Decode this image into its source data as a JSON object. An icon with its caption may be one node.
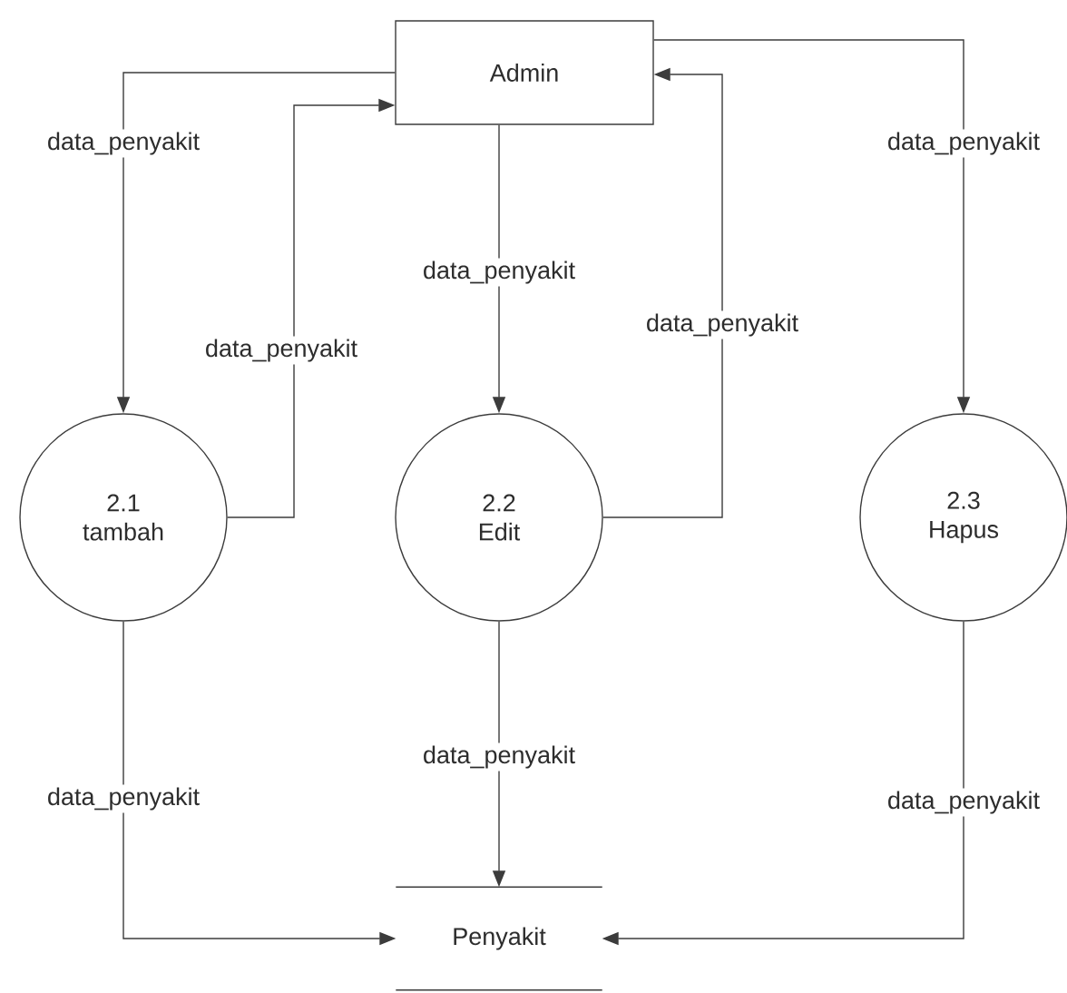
{
  "diagram": {
    "nodes": [
      {
        "text": [
          "Admin"
        ]
      },
      {
        "text": [
          "2.1",
          "tambah"
        ]
      },
      {
        "text": [
          "2.2",
          "Edit"
        ]
      },
      {
        "text": [
          "2.3",
          "Hapus"
        ]
      },
      {
        "text": [
          "Penyakit"
        ]
      }
    ],
    "edges": [
      {
        "from": 0,
        "to": 1,
        "arrow": "to",
        "label": "data_penyakit"
      },
      {
        "from": 1,
        "to": 0,
        "arrow": "to",
        "label": "data_penyakit"
      },
      {
        "from": 0,
        "to": 2,
        "arrow": "to",
        "label": "data_penyakit"
      },
      {
        "from": 2,
        "to": 0,
        "arrow": "to",
        "label": "data_penyakit"
      },
      {
        "from": 0,
        "to": 3,
        "arrow": "to",
        "label": "data_penyakit"
      },
      {
        "from": 1,
        "to": 4,
        "arrow": "to",
        "label": "data_penyakit"
      },
      {
        "from": 2,
        "to": 4,
        "arrow": "to",
        "label": "data_penyakit"
      },
      {
        "from": 3,
        "to": 4,
        "arrow": "to",
        "label": "data_penyakit"
      }
    ]
  }
}
